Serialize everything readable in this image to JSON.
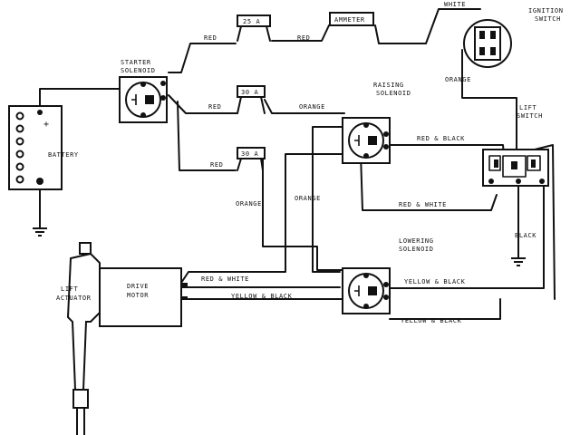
{
  "fuses": {
    "fuse_25": "25 A",
    "fuse_30_upper": "30 A",
    "fuse_30_lower": "30 A"
  },
  "components": {
    "ammeter": "AMMETER",
    "ignition_switch": [
      "IGNITION",
      "SWITCH"
    ],
    "starter_solenoid": [
      "STARTER",
      "SOLENOID"
    ],
    "raising_solenoid": [
      "RAISING",
      "SOLENOID"
    ],
    "lowering_solenoid": [
      "LOWERING",
      "SOLENOID"
    ],
    "lift_switch": [
      "LIFT",
      "SWITCH"
    ],
    "battery": "BATTERY",
    "battery_plus": "+",
    "drive_motor": [
      "DRIVE",
      "MOTOR"
    ],
    "lift_actuator": [
      "LIFT",
      "ACTUATOR"
    ]
  },
  "wires": {
    "red_1": "RED",
    "red_2": "RED",
    "red_3": "RED",
    "red_4": "RED",
    "white": "WHITE",
    "orange_ignition": "ORANGE",
    "orange_fuse": "ORANGE",
    "orange_left": "ORANGE",
    "orange_mid": "ORANGE",
    "red_black": "RED & BLACK",
    "red_white_upper": "RED & WHITE",
    "red_white_lower": "RED & WHITE",
    "black": "BLACK",
    "yellow_black_left": "YELLOW & BLACK",
    "yellow_black_right": "YELLOW & BLACK",
    "yellow_black_lower": "YELLOW & BLACK"
  }
}
